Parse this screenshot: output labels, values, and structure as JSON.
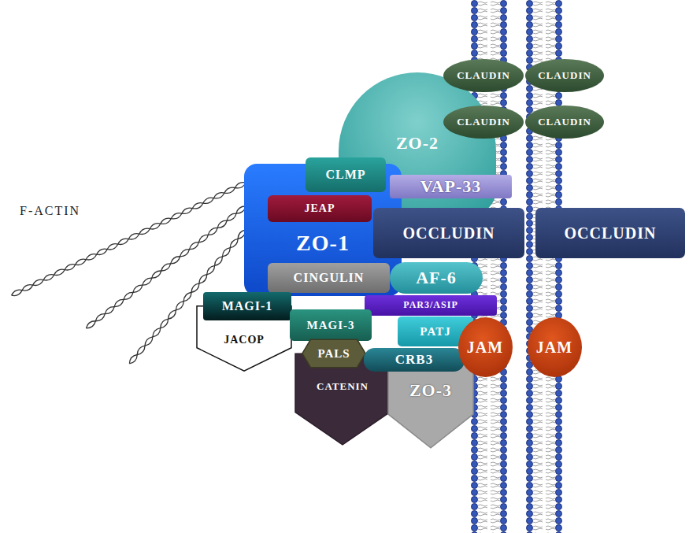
{
  "diagram": {
    "nodes": [
      {
        "text": [
          "CLAUDIN"
        ]
      },
      {
        "text": [
          "CLAUDIN"
        ]
      },
      {
        "text": [
          "CLAUDIN"
        ]
      },
      {
        "text": [
          "CLAUDIN"
        ]
      },
      {
        "text": [
          "ZO-2"
        ]
      },
      {
        "text": [
          "CLMP"
        ]
      },
      {
        "text": [
          "VAP-33"
        ]
      },
      {
        "text": [
          "JEAP"
        ]
      },
      {
        "text": [
          "ZO-1"
        ]
      },
      {
        "text": [
          "OCCLUDIN"
        ]
      },
      {
        "text": [
          "OCCLUDIN"
        ]
      },
      {
        "text": [
          "CINGULIN"
        ]
      },
      {
        "text": [
          "AF-6"
        ]
      },
      {
        "text": [
          "MAGI-1"
        ]
      },
      {
        "text": [
          "PAR3/ASIP"
        ]
      },
      {
        "text": [
          "MAGI-3"
        ]
      },
      {
        "text": [
          "JACOP"
        ]
      },
      {
        "text": [
          "PATJ"
        ]
      },
      {
        "text": [
          "PALS"
        ]
      },
      {
        "text": [
          "JAM"
        ]
      },
      {
        "text": [
          "JAM"
        ]
      },
      {
        "text": [
          "CRB3"
        ]
      },
      {
        "text": [
          "CATENIN"
        ]
      },
      {
        "text": [
          "ZO-3"
        ]
      }
    ],
    "labels": [
      "F-ACTIN"
    ]
  }
}
